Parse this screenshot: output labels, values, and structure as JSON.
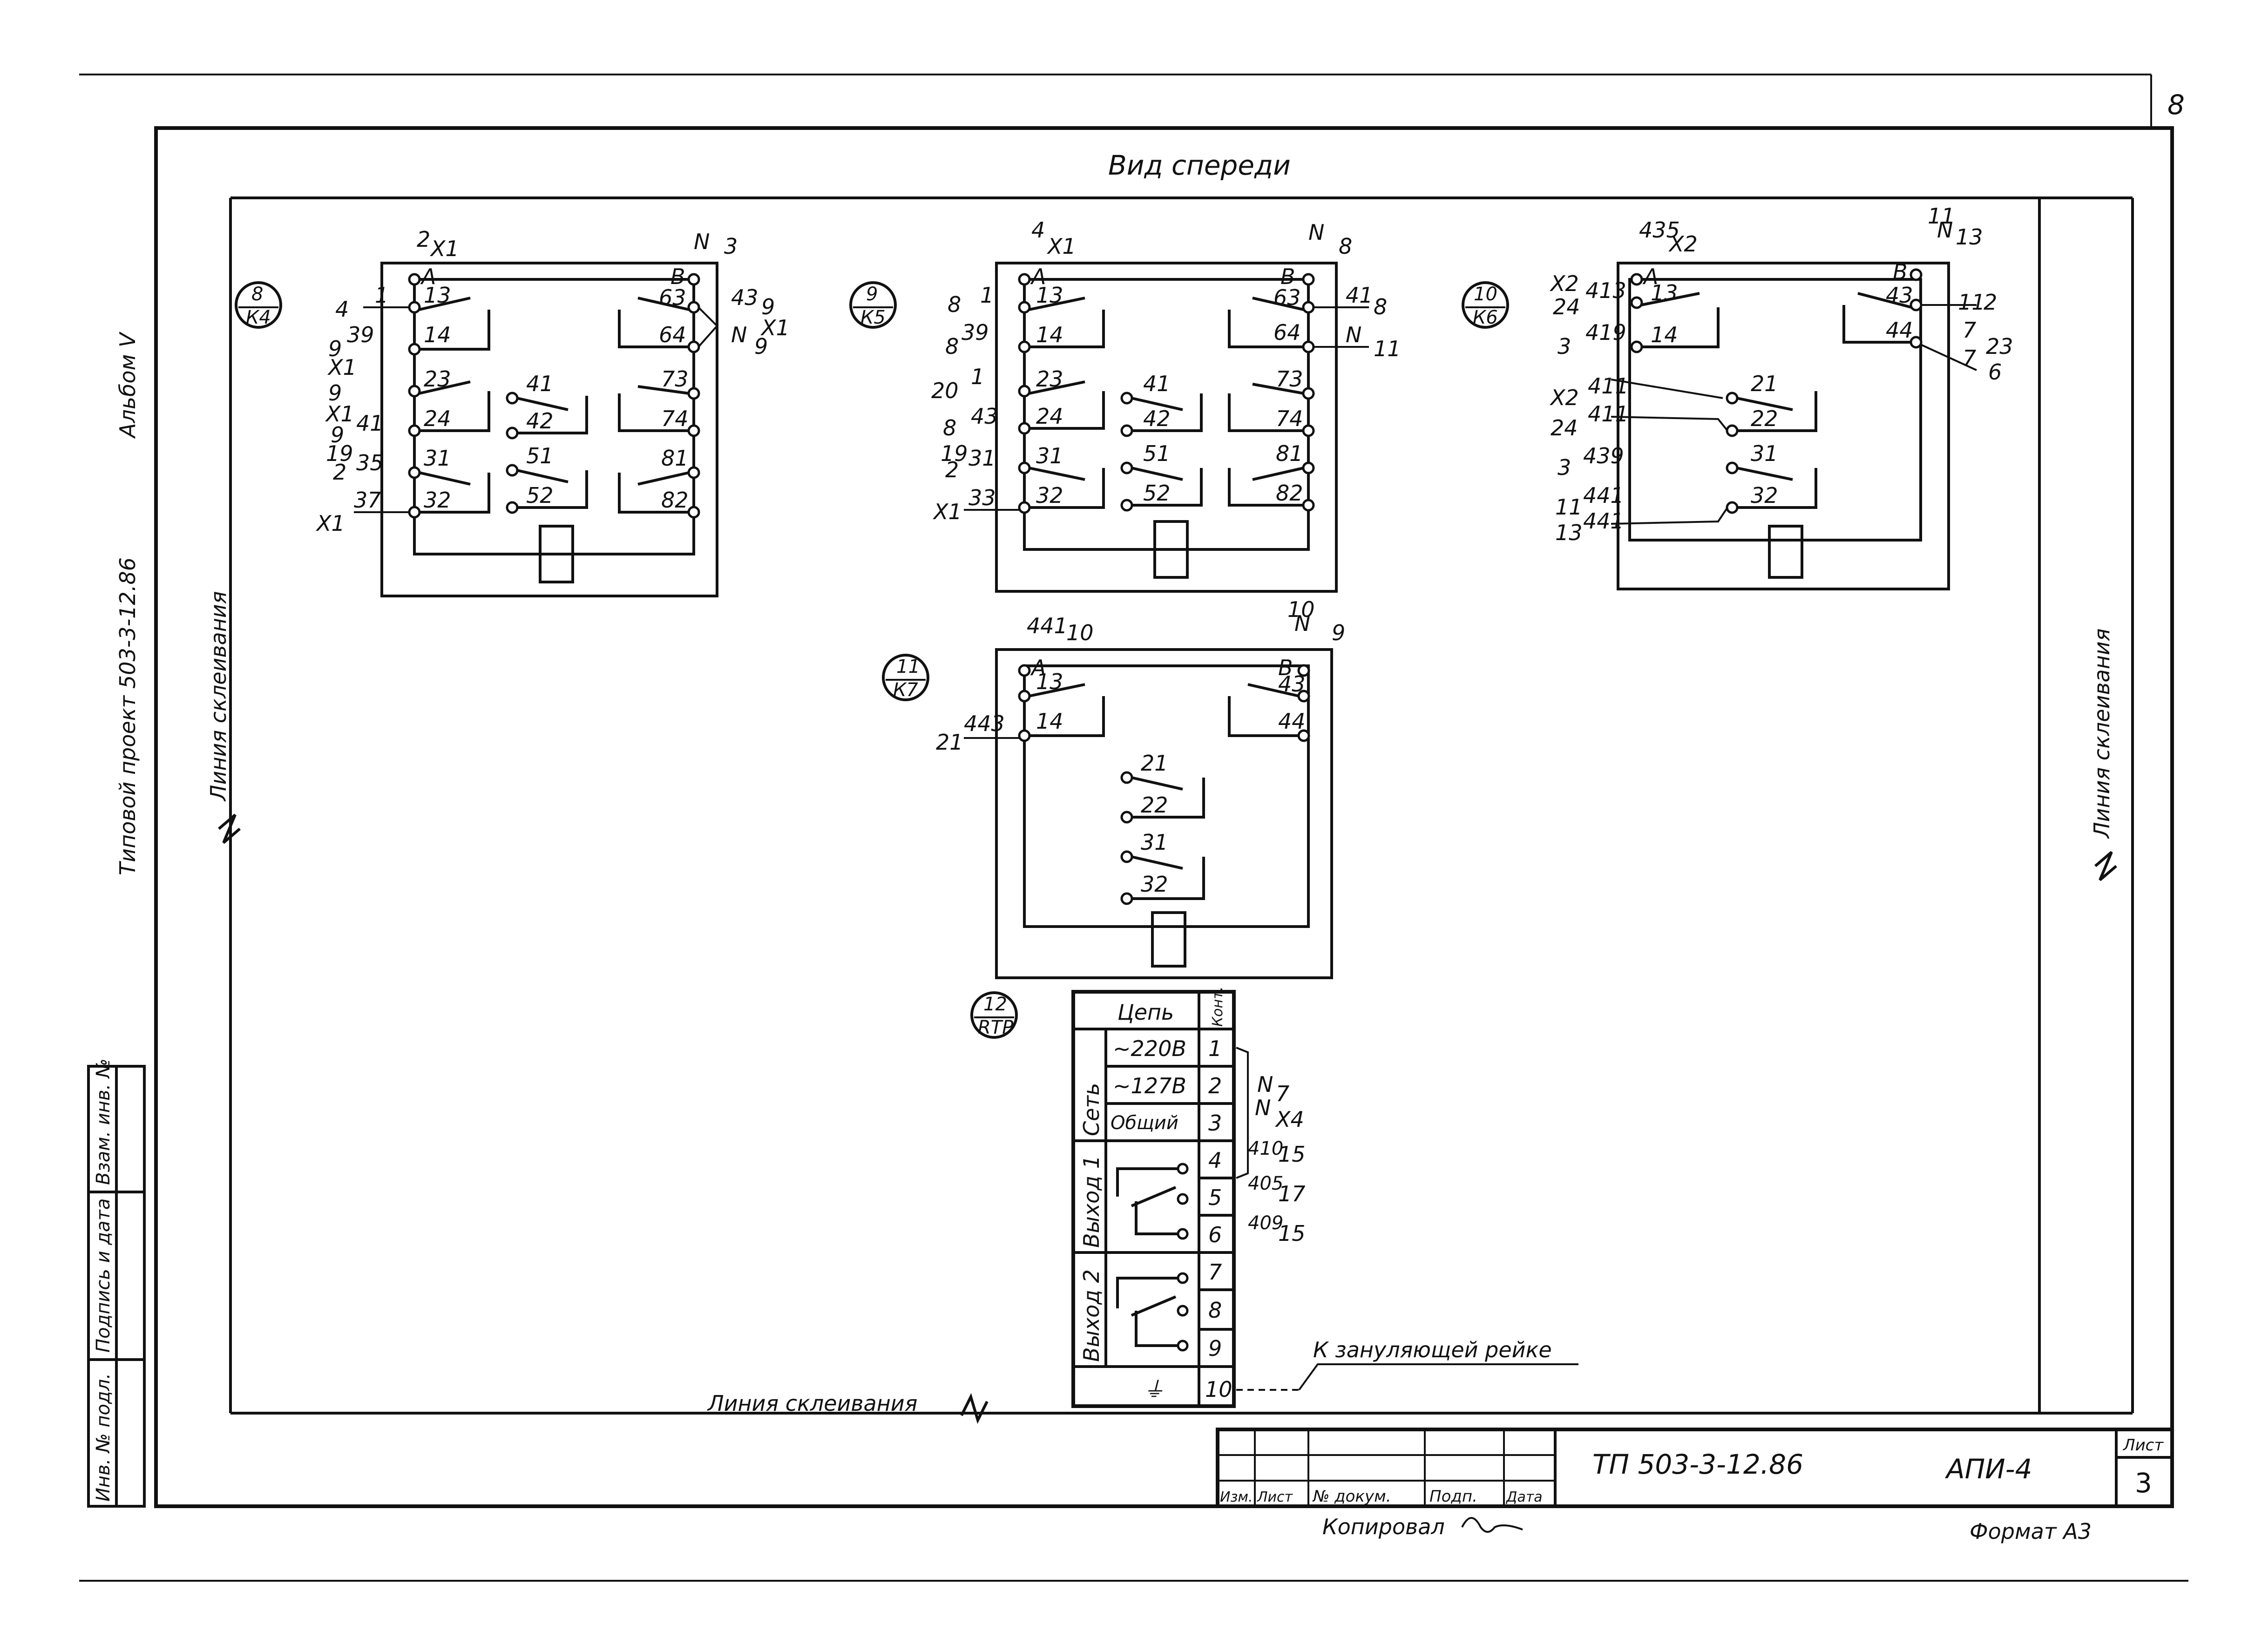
{
  "page": {
    "sheet_number_corner": "8",
    "view_title": "Вид спереди",
    "gluing_line": "Линия склеивания",
    "side_title": {
      "project": "Типовой проект 503-3-12.86",
      "album": "Альбом V"
    }
  },
  "devices": [
    {
      "pos": "8",
      "ref": "К4",
      "top_left": {
        "term": "А",
        "wires": [
          "2",
          "X1"
        ]
      },
      "top_right": {
        "term": "В",
        "wires": [
          "N",
          "3"
        ]
      },
      "contacts_left": [
        "13",
        "14",
        "23",
        "24",
        "31",
        "32"
      ],
      "contacts_mid": [
        "41",
        "42",
        "51",
        "52"
      ],
      "contacts_right": [
        "63",
        "64",
        "73",
        "74",
        "81",
        "82"
      ],
      "wires_left": [
        "4",
        "1",
        "39",
        "9",
        "X1",
        "9",
        "X1",
        "41",
        "9",
        "19",
        "35",
        "2",
        "X1",
        "37"
      ],
      "wires_right": [
        "43",
        "9",
        "X1",
        "N",
        "9"
      ]
    },
    {
      "pos": "9",
      "ref": "К5",
      "top_left": {
        "term": "А",
        "wires": [
          "4",
          "X1"
        ]
      },
      "top_right": {
        "term": "В",
        "wires": [
          "N",
          "8"
        ]
      },
      "contacts_left": [
        "13",
        "14",
        "23",
        "24",
        "31",
        "32"
      ],
      "contacts_mid": [
        "41",
        "42",
        "51",
        "52"
      ],
      "contacts_right": [
        "63",
        "64",
        "73",
        "74",
        "81",
        "82"
      ],
      "wires_left": [
        "8",
        "1",
        "8",
        "39",
        "20",
        "1",
        "8",
        "43",
        "19",
        "31",
        "2",
        "X1",
        "33"
      ],
      "wires_right": [
        "41",
        "8",
        "N",
        "11"
      ]
    },
    {
      "pos": "10",
      "ref": "К6",
      "top_left": {
        "term": "А",
        "wires": [
          "435",
          "X2"
        ]
      },
      "top_right": {
        "term": "В",
        "wires": [
          "11",
          "N",
          "13"
        ]
      },
      "contacts_left": [
        "13",
        "14"
      ],
      "contacts_mid": [
        "21",
        "22",
        "31",
        "32"
      ],
      "contacts_right": [
        "43",
        "44"
      ],
      "wires_left": [
        "X2",
        "413",
        "24",
        "3",
        "419",
        "X2",
        "411",
        "24",
        "411",
        "3",
        "439",
        "11",
        "441",
        "13",
        "441"
      ],
      "wires_right": [
        "11",
        "2",
        "7",
        "23",
        "7",
        "6"
      ]
    },
    {
      "pos": "11",
      "ref": "К7",
      "top_left": {
        "term": "А",
        "wires": [
          "441",
          "10"
        ]
      },
      "top_right": {
        "term": "В",
        "wires": [
          "10",
          "N",
          "9"
        ]
      },
      "contacts_left": [
        "13",
        "14"
      ],
      "contacts_mid": [
        "21",
        "22",
        "31",
        "32"
      ],
      "contacts_right": [
        "43",
        "44"
      ],
      "wires_left": [
        "21",
        "443"
      ],
      "wires_right": []
    }
  ],
  "rtr": {
    "pos": "12",
    "ref": "RTP",
    "header": {
      "circuit": "Цепь",
      "terminal": "Конт."
    },
    "groups": [
      "Сеть",
      "Выход 1",
      "Выход 2"
    ],
    "rows": [
      {
        "label": "~220В",
        "num": "1"
      },
      {
        "label": "~127В",
        "num": "2"
      },
      {
        "label": "Общий",
        "num": "3"
      },
      {
        "label": "",
        "num": "4"
      },
      {
        "label": "",
        "num": "5"
      },
      {
        "label": "",
        "num": "6"
      },
      {
        "label": "",
        "num": "7"
      },
      {
        "label": "",
        "num": "8"
      },
      {
        "label": "",
        "num": "9"
      },
      {
        "label": "⏚",
        "num": "10"
      }
    ],
    "wires": [
      "N",
      "7",
      "N",
      "X4",
      "410",
      "15",
      "405",
      "17",
      "409",
      "15"
    ],
    "ground_note": "К зануляющей рейке"
  },
  "stamp": {
    "designation": "ТП 503-3-12.86",
    "drawing": "АПИ-4",
    "sheet_label": "Лист",
    "sheet": "3",
    "cols": [
      "Изм.",
      "Лист",
      "№ докум.",
      "Подп.",
      "Дата"
    ],
    "copied": "Копировал",
    "format": "Формат А3"
  },
  "left_strip": [
    "Инв. № подл.",
    "Подпись и дата",
    "Взам. инв. №"
  ]
}
